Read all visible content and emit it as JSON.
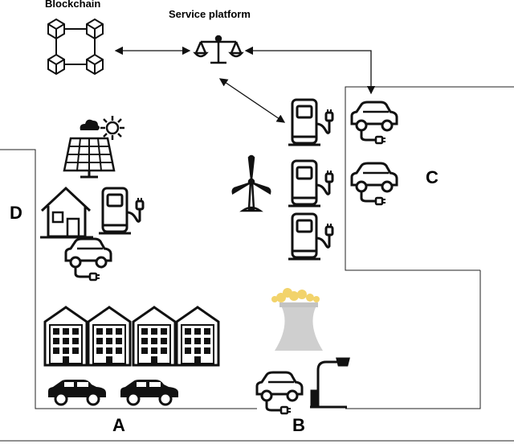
{
  "labels": {
    "blockchain": "Blockchain",
    "service_platform": "Service platform",
    "zone_a": "A",
    "zone_b": "B",
    "zone_c": "C",
    "zone_d": "D"
  },
  "colors": {
    "stroke": "#111111",
    "smoke": "#f2d36b",
    "cooling_tower": "#cfcfcf"
  },
  "icons": [
    "blockchain-icon",
    "scales-icon",
    "solar-panel-icon",
    "sun-cloud-icon",
    "house-icon",
    "charging-station-icon",
    "electric-car-icon",
    "wind-turbine-icon",
    "apartment-building-icon",
    "car-icon",
    "cooling-tower-icon",
    "street-lamp-icon"
  ]
}
